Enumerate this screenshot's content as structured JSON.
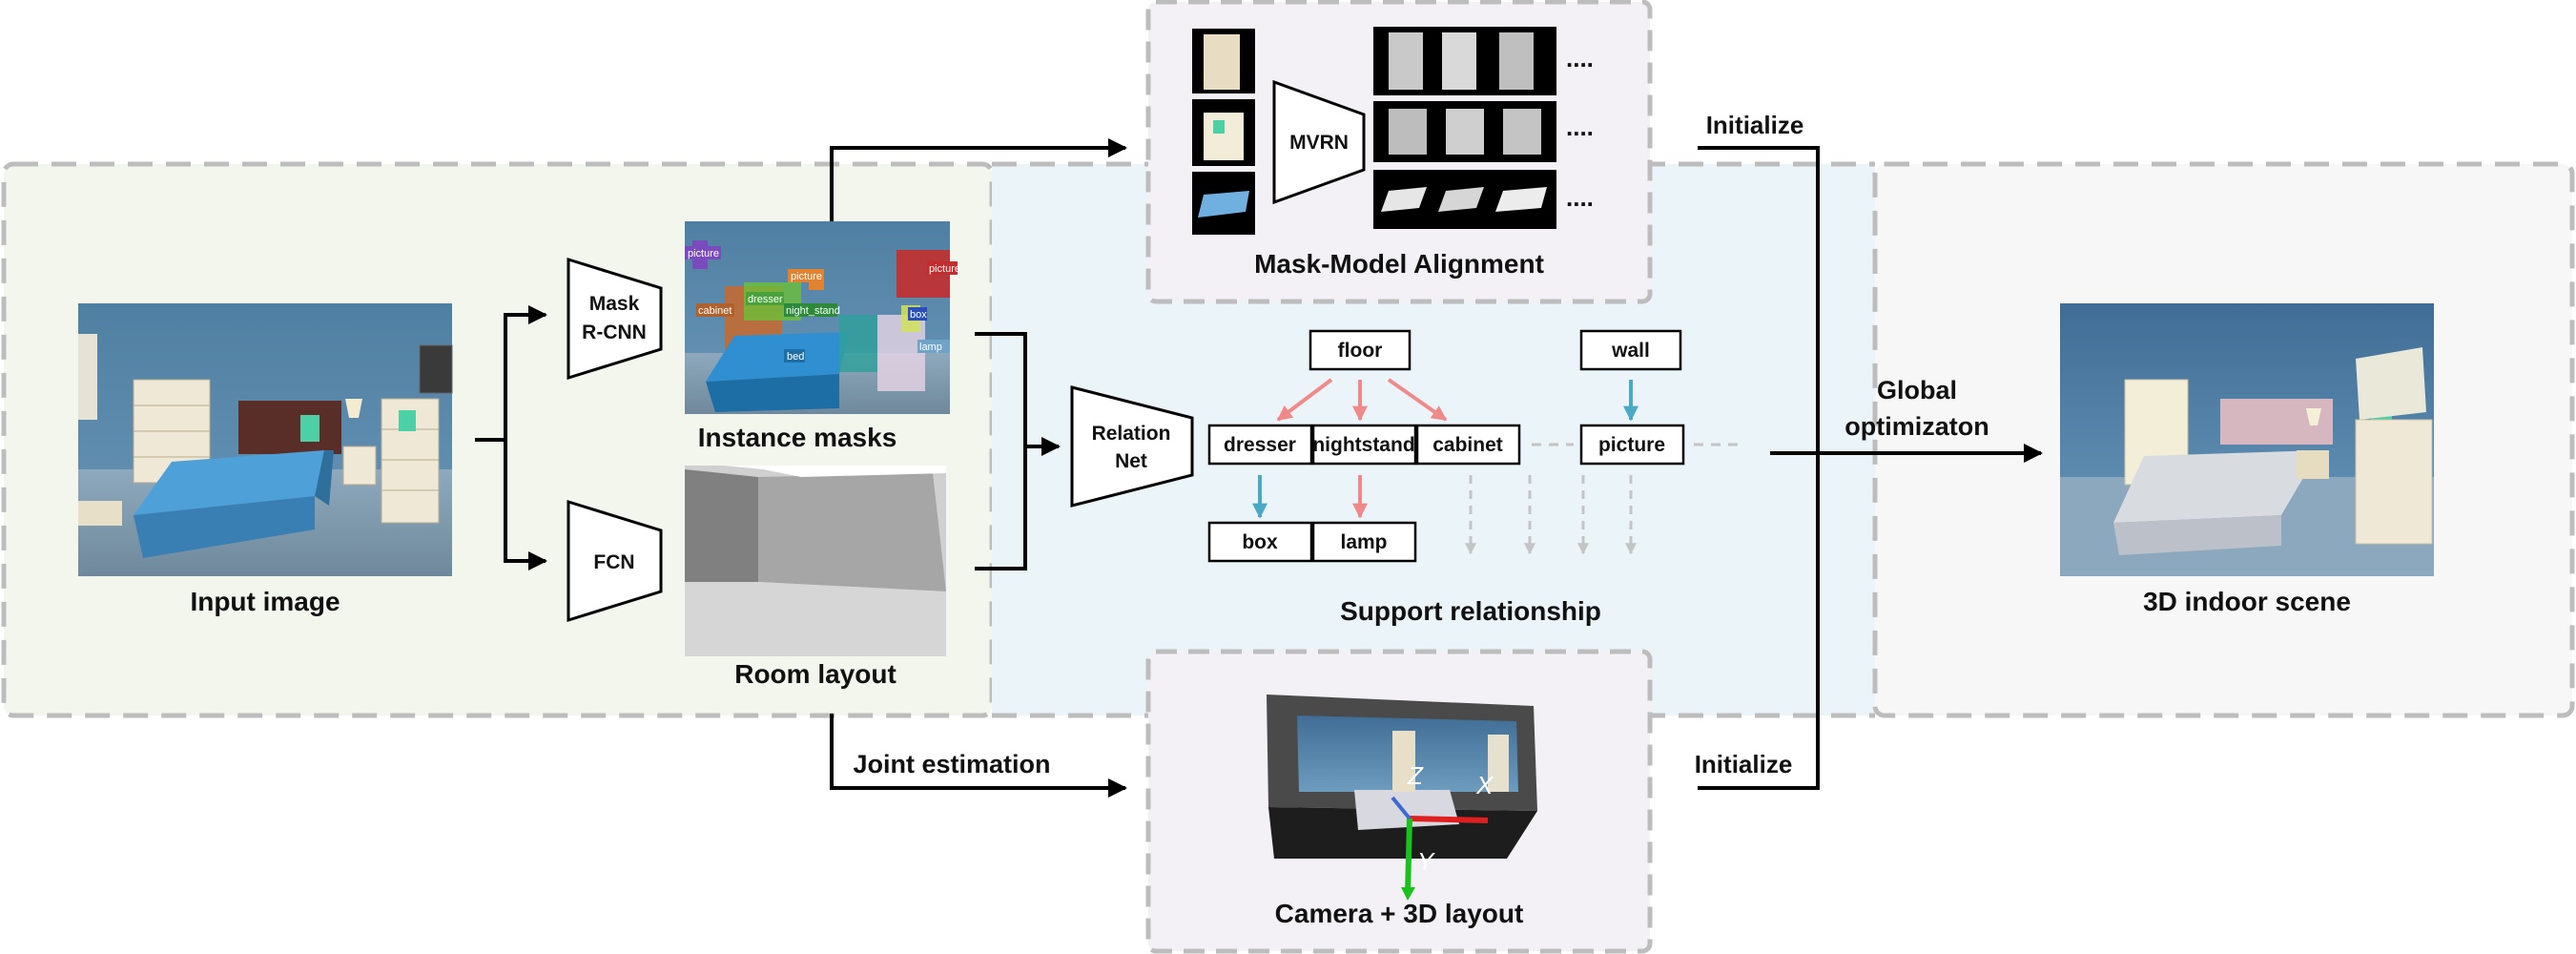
{
  "stages": {
    "input_caption": "Input image",
    "instance_caption": "Instance masks",
    "layout_caption": "Room layout",
    "output_caption": "3D indoor scene",
    "alignment_caption": "Mask-Model Alignment",
    "support_caption": "Support relationship",
    "camera_caption": "Camera + 3D layout"
  },
  "networks": {
    "maskrcnn_line1": "Mask",
    "maskrcnn_line2": "R-CNN",
    "fcn": "FCN",
    "relation_line1": "Relation",
    "relation_line2": "Net",
    "mvrn": "MVRN"
  },
  "flow_labels": {
    "initialize_top": "Initialize",
    "initialize_bottom": "Initialize",
    "global_line1": "Global",
    "global_line2": "optimizaton",
    "joint_estimation": "Joint estimation"
  },
  "support_nodes": {
    "floor": "floor",
    "wall": "wall",
    "dresser": "dresser",
    "nightstand": "nightstand",
    "cabinet": "cabinet",
    "picture": "picture",
    "box": "box",
    "lamp": "lamp"
  },
  "mask_tags": {
    "picture_a": "picture",
    "picture_b": "picture",
    "picture_c": "picture",
    "cabinet": "cabinet",
    "dresser": "dresser",
    "night_stand": "night_stand",
    "box": "box",
    "bed": "bed",
    "lamp": "lamp"
  },
  "axis_labels": {
    "x": "X",
    "y": "Y",
    "z": "Z"
  },
  "ellipsis": "....",
  "colors": {
    "panel_left": "#f3f6ec",
    "panel_mid": "#ebf4f8",
    "panel_right": "#f7f7f7",
    "panel_box": "#f3f1f6",
    "dash": "#bdbdbd",
    "arrow_red": "#f08a8a",
    "arrow_blue": "#4aa9c4",
    "arrow_gray": "#c4c4c4",
    "arrow_black": "#000000"
  }
}
